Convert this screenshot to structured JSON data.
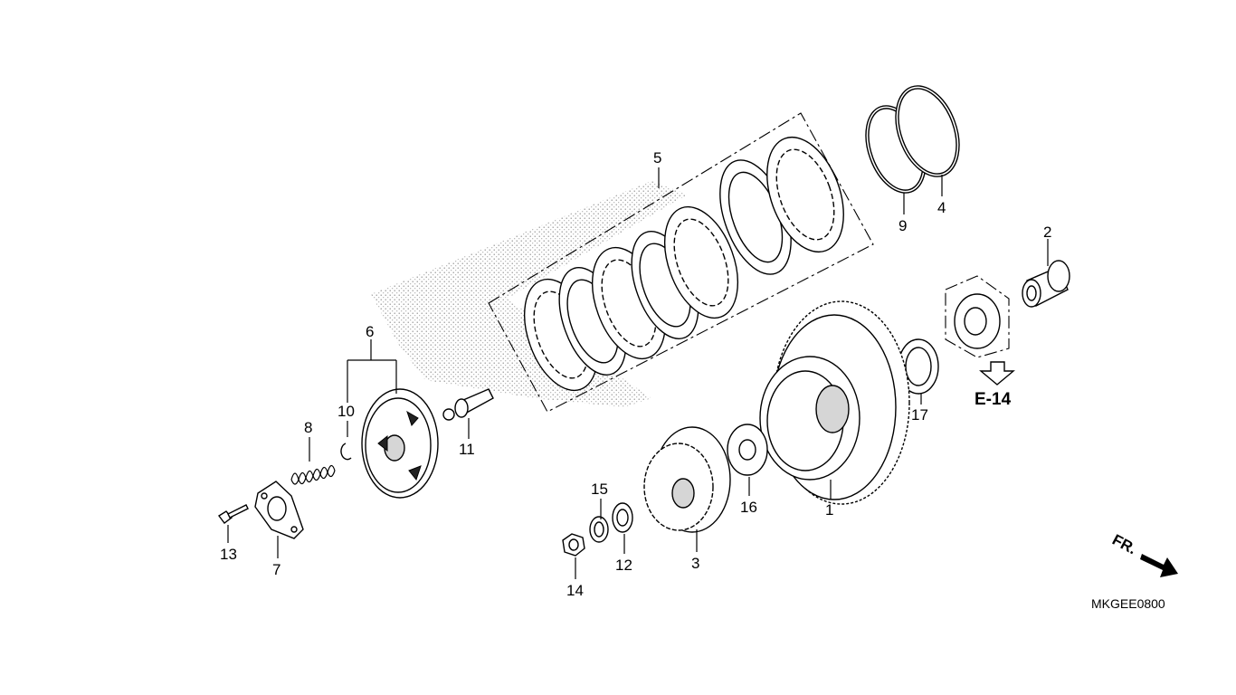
{
  "diagram_code": "MKGEE0800",
  "reference": "E-14",
  "direction_label": "FR.",
  "callouts": [
    {
      "id": "c1",
      "label": "1"
    },
    {
      "id": "c2",
      "label": "2"
    },
    {
      "id": "c3",
      "label": "3"
    },
    {
      "id": "c4",
      "label": "4"
    },
    {
      "id": "c5",
      "label": "5"
    },
    {
      "id": "c6",
      "label": "6"
    },
    {
      "id": "c7",
      "label": "7"
    },
    {
      "id": "c8",
      "label": "8"
    },
    {
      "id": "c9",
      "label": "9"
    },
    {
      "id": "c10",
      "label": "10"
    },
    {
      "id": "c11",
      "label": "11"
    },
    {
      "id": "c12",
      "label": "12"
    },
    {
      "id": "c13",
      "label": "13"
    },
    {
      "id": "c14",
      "label": "14"
    },
    {
      "id": "c15",
      "label": "15"
    },
    {
      "id": "c16",
      "label": "16"
    },
    {
      "id": "c17",
      "label": "17"
    }
  ],
  "colors": {
    "line": "#000000",
    "background": "#ffffff",
    "stipple": "#9a9a9a"
  }
}
